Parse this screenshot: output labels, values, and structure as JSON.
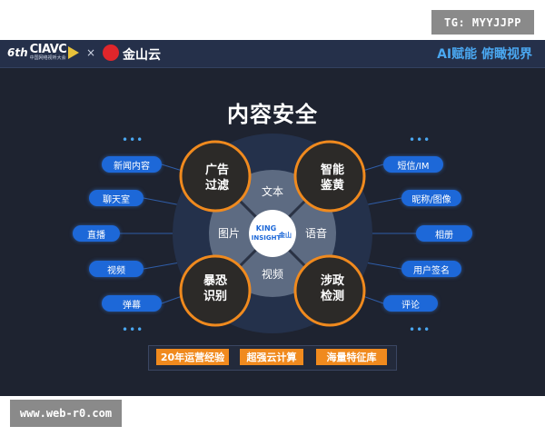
{
  "watermarks": {
    "top": "TG: MYYJJPP",
    "bottom": "www.web-r0.com"
  },
  "header": {
    "ciavc_logo": "CIAVC",
    "ciavc_number": "6th",
    "ciavc_subtitle": "中国网络视听大会",
    "separator": "×",
    "partner_name": "金山云",
    "tagline": "AI赋能 俯瞰视界"
  },
  "title": "内容安全",
  "left_items": [
    "新闻内容",
    "聊天室",
    "直播",
    "视频",
    "弹幕"
  ],
  "right_items": [
    "短信/IM",
    "昵称/图像",
    "相册",
    "用户签名",
    "评论"
  ],
  "dots": "•••",
  "center": {
    "logo_line1": "KING",
    "logo_line2": "INSIGHT",
    "logo_cn": "金山",
    "inner_labels": {
      "top": "文本",
      "left": "图片",
      "right": "语音",
      "bottom": "视频"
    },
    "corner_labels": {
      "top_left": "广告\n过滤",
      "top_right": "智能\n鉴黄",
      "bottom_left": "暴恐\n识别",
      "bottom_right": "涉政\n检测"
    }
  },
  "bottom_tags": [
    "20年运营经验",
    "超强云计算",
    "海量特征库"
  ],
  "colors": {
    "background": "#1e2330",
    "accent_blue": "#1d68d8",
    "accent_orange": "#f08a1e",
    "tagline": "#4aa7f0"
  }
}
